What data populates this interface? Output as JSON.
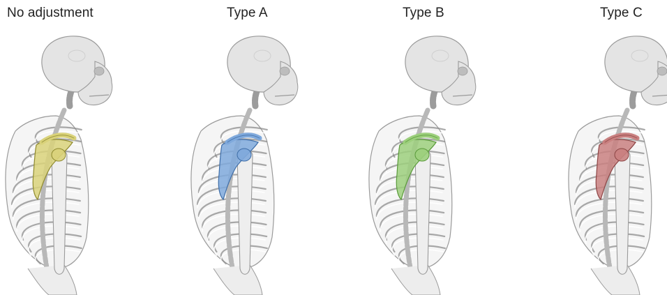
{
  "panels": [
    {
      "title": "No adjustment",
      "scapula_color": "#d9d27a",
      "scapula_edge": "#8f8a2e"
    },
    {
      "title": "Type A",
      "scapula_color": "#7fa9dc",
      "scapula_edge": "#3f6ea8"
    },
    {
      "title": "Type B",
      "scapula_color": "#9ccf7c",
      "scapula_edge": "#5a9a3a"
    },
    {
      "title": "Type C",
      "scapula_color": "#c98080",
      "scapula_edge": "#8d4545"
    }
  ],
  "bone_color": "#e4e4e4",
  "bone_edge": "#9a9a9a"
}
